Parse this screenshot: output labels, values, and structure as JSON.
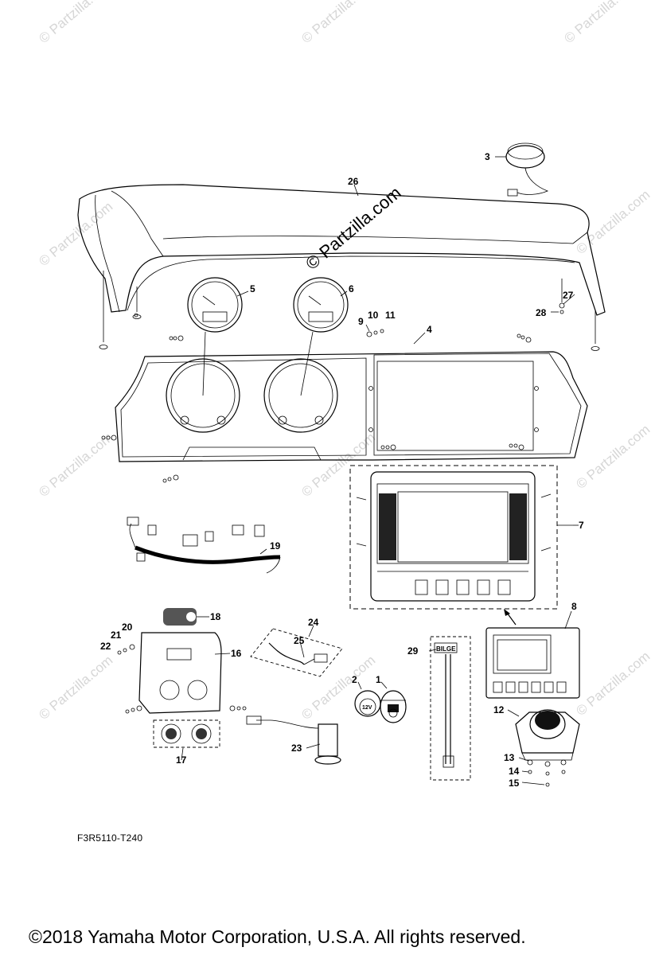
{
  "diagram": {
    "figure_code": "F3R5110-T240",
    "copyright": "©2018  Yamaha Motor Corporation, U.S.A. All rights reserved.",
    "watermark": "© Partzilla.com",
    "watermark_center": "© Partzilla.com",
    "bilge_label": "BILGE",
    "socket_label": "12V",
    "callouts": [
      "1",
      "2",
      "3",
      "4",
      "5",
      "6",
      "7",
      "8",
      "9",
      "10",
      "11",
      "12",
      "13",
      "14",
      "15",
      "16",
      "17",
      "18",
      "19",
      "20",
      "21",
      "22",
      "23",
      "24",
      "25",
      "26",
      "27",
      "28",
      "29"
    ]
  }
}
